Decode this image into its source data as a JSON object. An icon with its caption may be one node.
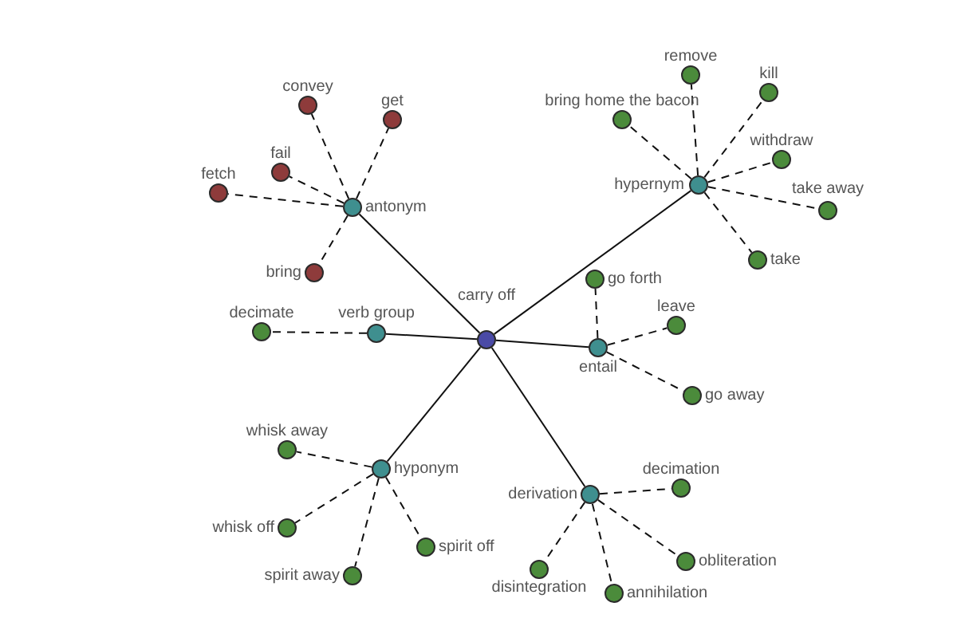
{
  "diagram": {
    "nodes": [
      {
        "text": [
          "carry off"
        ]
      },
      {
        "text": [
          "antonym"
        ]
      },
      {
        "text": [
          "convey"
        ]
      },
      {
        "text": [
          "get"
        ]
      },
      {
        "text": [
          "fail"
        ]
      },
      {
        "text": [
          "fetch"
        ]
      },
      {
        "text": [
          "bring"
        ]
      },
      {
        "text": [
          "hypernym"
        ]
      },
      {
        "text": [
          "remove"
        ]
      },
      {
        "text": [
          "kill"
        ]
      },
      {
        "text": [
          "bring home the bacon"
        ]
      },
      {
        "text": [
          "withdraw"
        ]
      },
      {
        "text": [
          "take away"
        ]
      },
      {
        "text": [
          "take"
        ]
      },
      {
        "text": [
          "verb group"
        ]
      },
      {
        "text": [
          "decimate"
        ]
      },
      {
        "text": [
          "entail"
        ]
      },
      {
        "text": [
          "go forth"
        ]
      },
      {
        "text": [
          "leave"
        ]
      },
      {
        "text": [
          "go away"
        ]
      },
      {
        "text": [
          "hyponym"
        ]
      },
      {
        "text": [
          "whisk away"
        ]
      },
      {
        "text": [
          "whisk off"
        ]
      },
      {
        "text": [
          "spirit away"
        ]
      },
      {
        "text": [
          "spirit off"
        ]
      },
      {
        "text": [
          "derivation"
        ]
      },
      {
        "text": [
          "decimation"
        ]
      },
      {
        "text": [
          "disintegration"
        ]
      },
      {
        "text": [
          "annihilation"
        ]
      },
      {
        "text": [
          "obliteration"
        ]
      }
    ],
    "edges": [
      {
        "from": 0,
        "to": 1,
        "arrow": "none"
      },
      {
        "from": 0,
        "to": 7,
        "arrow": "none"
      },
      {
        "from": 0,
        "to": 14,
        "arrow": "none"
      },
      {
        "from": 0,
        "to": 16,
        "arrow": "none"
      },
      {
        "from": 0,
        "to": 20,
        "arrow": "none"
      },
      {
        "from": 0,
        "to": 25,
        "arrow": "none"
      },
      {
        "from": 1,
        "to": 2,
        "arrow": "none",
        "style": "dashed"
      },
      {
        "from": 1,
        "to": 3,
        "arrow": "none",
        "style": "dashed"
      },
      {
        "from": 1,
        "to": 4,
        "arrow": "none",
        "style": "dashed"
      },
      {
        "from": 1,
        "to": 5,
        "arrow": "none",
        "style": "dashed"
      },
      {
        "from": 1,
        "to": 6,
        "arrow": "none",
        "style": "dashed"
      },
      {
        "from": 7,
        "to": 8,
        "arrow": "none",
        "style": "dashed"
      },
      {
        "from": 7,
        "to": 9,
        "arrow": "none",
        "style": "dashed"
      },
      {
        "from": 7,
        "to": 10,
        "arrow": "none",
        "style": "dashed"
      },
      {
        "from": 7,
        "to": 11,
        "arrow": "none",
        "style": "dashed"
      },
      {
        "from": 7,
        "to": 12,
        "arrow": "none",
        "style": "dashed"
      },
      {
        "from": 7,
        "to": 13,
        "arrow": "none",
        "style": "dashed"
      },
      {
        "from": 14,
        "to": 15,
        "arrow": "none",
        "style": "dashed"
      },
      {
        "from": 16,
        "to": 17,
        "arrow": "none",
        "style": "dashed"
      },
      {
        "from": 16,
        "to": 18,
        "arrow": "none",
        "style": "dashed"
      },
      {
        "from": 16,
        "to": 19,
        "arrow": "none",
        "style": "dashed"
      },
      {
        "from": 20,
        "to": 21,
        "arrow": "none",
        "style": "dashed"
      },
      {
        "from": 20,
        "to": 22,
        "arrow": "none",
        "style": "dashed"
      },
      {
        "from": 20,
        "to": 23,
        "arrow": "none",
        "style": "dashed"
      },
      {
        "from": 20,
        "to": 24,
        "arrow": "none",
        "style": "dashed"
      },
      {
        "from": 25,
        "to": 26,
        "arrow": "none",
        "style": "dashed"
      },
      {
        "from": 25,
        "to": 27,
        "arrow": "none",
        "style": "dashed"
      },
      {
        "from": 25,
        "to": 28,
        "arrow": "none",
        "style": "dashed"
      },
      {
        "from": 25,
        "to": 29,
        "arrow": "none",
        "style": "dashed"
      }
    ]
  }
}
